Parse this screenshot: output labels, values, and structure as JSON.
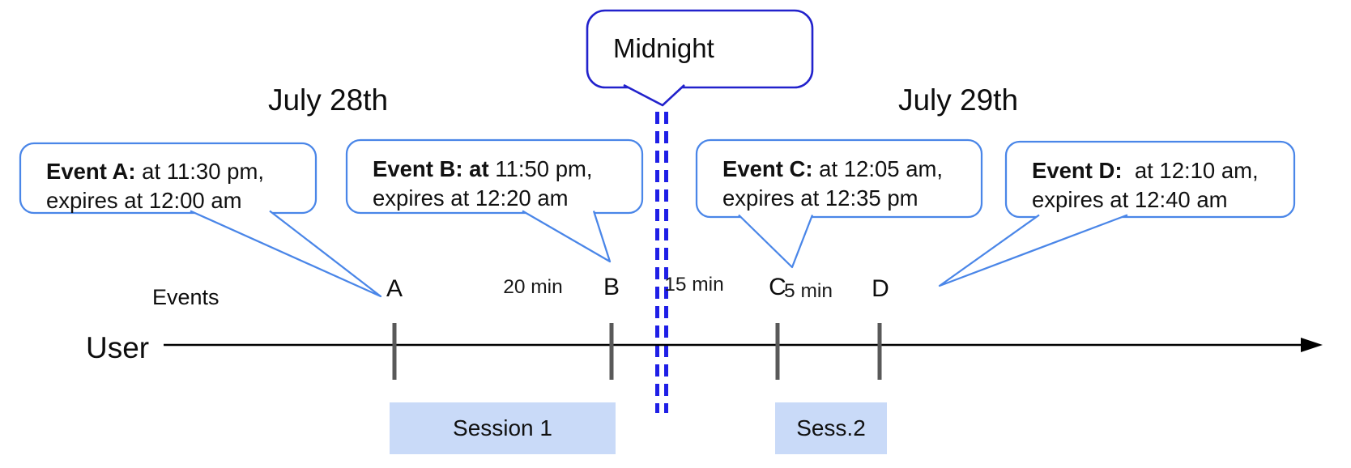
{
  "diagram": {
    "day_titles": {
      "left": "July 28th",
      "right": "July 29th"
    },
    "midnight_label": "Midnight",
    "axis": {
      "events_label": "Events",
      "user_label": "User"
    },
    "callouts": [
      {
        "bold": "Event A:",
        "rest": " at 11:30 pm,",
        "line2": "expires at 12:00 am"
      },
      {
        "bold": "Event B: at",
        "rest": " 11:50 pm,",
        "line2": "expires at 12:20 am"
      },
      {
        "bold": "Event C:",
        "rest": " at 12:05 am,",
        "line2": "expires at 12:35 pm"
      },
      {
        "bold": "Event D:",
        "rest": "  at 12:10 am,",
        "line2": "expires at 12:40 am"
      }
    ],
    "tick_labels": [
      "A",
      "B",
      "C",
      "D"
    ],
    "interval_labels": [
      "20 min",
      "15 min",
      "5 min"
    ],
    "session_labels": [
      "Session 1",
      "Sess.2"
    ],
    "colors": {
      "callout_border": "#4a86e8",
      "midnight_border": "#2222cc",
      "midnight_dash": "#1f1fe6",
      "session_fill": "#c9daf8",
      "tick_gray": "#595959",
      "timeline": "#000000"
    }
  }
}
